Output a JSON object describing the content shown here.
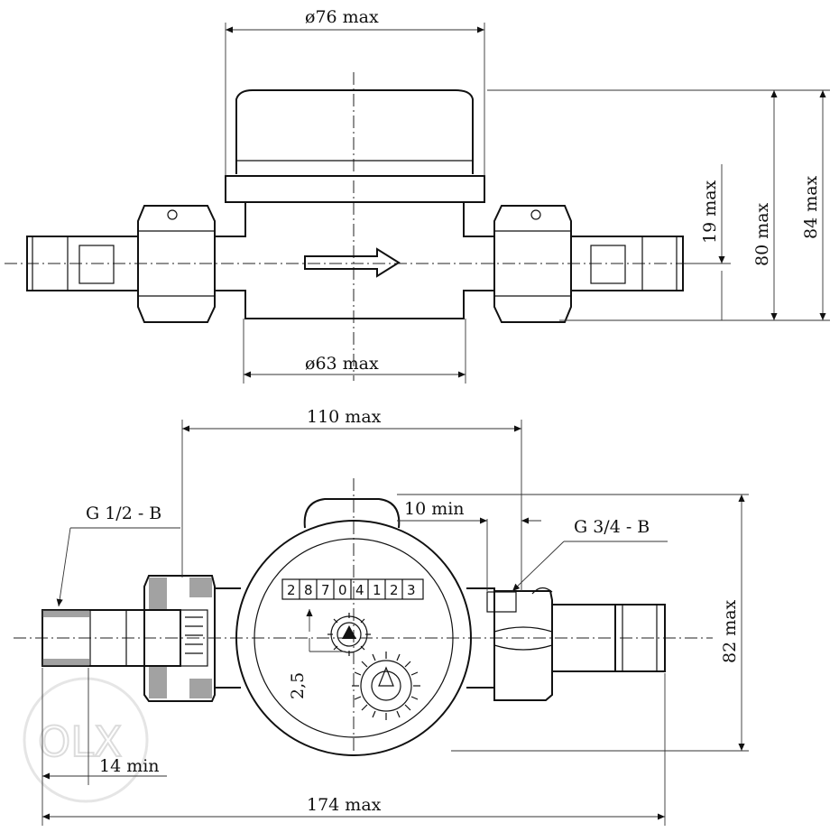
{
  "top_view": {
    "dim_diameter_cover": "ø76 max",
    "dim_diameter_body": "ø63 max",
    "dim_height_axis": "19 max",
    "dim_height_body": "80 max",
    "dim_height_total": "84 max"
  },
  "bottom_view": {
    "dim_center_span": "110 max",
    "dim_clearance": "10 min",
    "dim_thread_length": "14 min",
    "dim_total_length": "174 max",
    "dim_height": "82 max",
    "dim_dial_offset": "2,5",
    "thread_left": "G 1/2 - B",
    "thread_right": "G 3/4 - B",
    "counter_digits": [
      "2",
      "8",
      "7",
      "0",
      "4",
      "1",
      "2",
      "3"
    ]
  },
  "watermark": "OLX"
}
